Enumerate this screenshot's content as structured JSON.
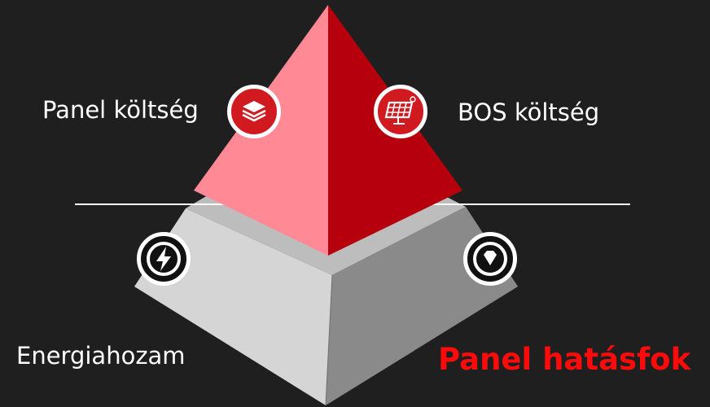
{
  "labels": {
    "panel_cost": "Panel költség",
    "bos_cost": "BOS költség",
    "energy_yield": "Energiahozam",
    "panel_efficiency": "Panel hatásfok"
  },
  "icons": {
    "panel_cost": "layers-icon",
    "bos_cost": "solar-panel-icon",
    "energy_yield": "lightning-bolt-icon",
    "panel_efficiency": "diamond-icon"
  },
  "colors": {
    "background": "#201f1f",
    "top_left_face": "#ff8a96",
    "top_right_face": "#b6000d",
    "base_left_face": "#d5d5d5",
    "base_right_face": "#8a8a8a",
    "base_top": "#bdbdbd",
    "accent_text": "#ff0a0a",
    "icon_red": "#d01a20"
  }
}
